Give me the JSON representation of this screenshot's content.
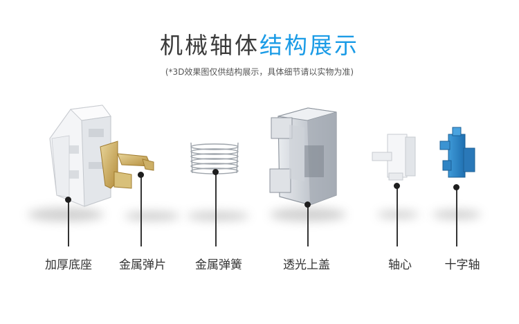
{
  "title": {
    "part1": "机械轴体",
    "part2": "结构展示"
  },
  "subtitle": "(*3D效果图仅供结构展示，具体细节请以实物为准)",
  "colors": {
    "accent": "#1a9be6",
    "text": "#3a3a3a",
    "stem_blue": "#2f86c8",
    "gold": "#c9a95c"
  },
  "parts": [
    {
      "label": "加厚底座",
      "icon": "base-housing-icon"
    },
    {
      "label": "金属弹片",
      "icon": "metal-contact-leaf-icon"
    },
    {
      "label": "金属弹簧",
      "icon": "metal-spring-icon"
    },
    {
      "label": "透光上盖",
      "icon": "transparent-top-housing-icon"
    },
    {
      "label": "轴心",
      "icon": "stem-core-icon"
    },
    {
      "label": "十字轴",
      "icon": "cross-stem-icon"
    }
  ]
}
